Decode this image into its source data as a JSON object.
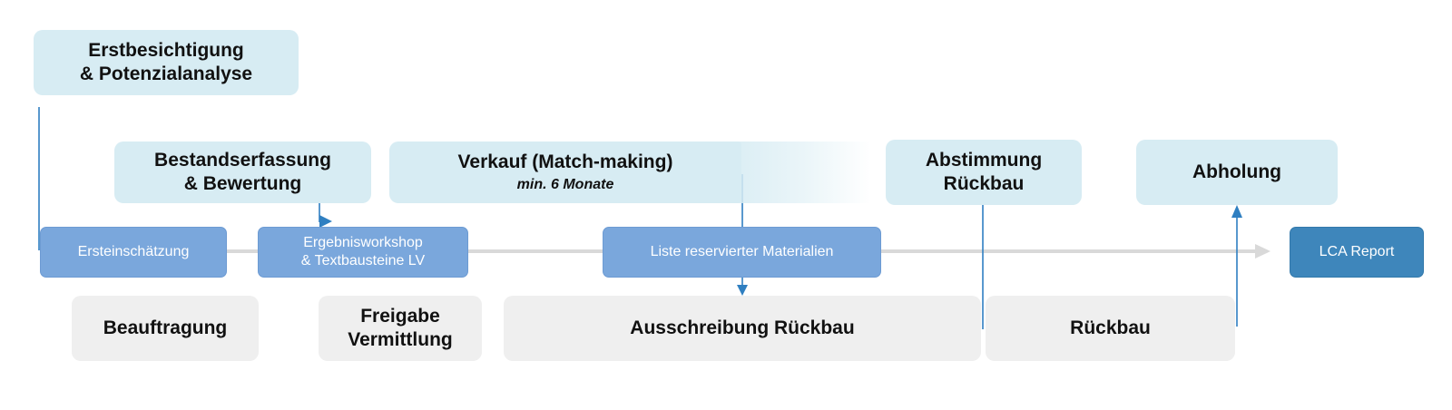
{
  "phases": {
    "erstbesichtigung": [
      "Erstbesichtigung",
      "& Potenzialanalyse"
    ],
    "bestandserfassung": [
      "Bestandserfassung",
      "& Bewertung"
    ],
    "verkauf_title": "Verkauf (Match-making)",
    "verkauf_sub": "min. 6 Monate",
    "abstimmung": [
      "Abstimmung",
      "Rückbau"
    ],
    "abholung": "Abholung"
  },
  "milestones": {
    "ersteinschaetzung": "Ersteinschätzung",
    "ergebnisworkshop": [
      "Ergebnisworkshop",
      "& Textbausteine LV"
    ],
    "liste": "Liste reservierter Materialien",
    "lca_report": "LCA Report"
  },
  "steps": {
    "beauftragung": "Beauftragung",
    "freigabe": [
      "Freigabe",
      "Vermittlung"
    ],
    "ausschreibung": "Ausschreibung Rückbau",
    "rueckbau": "Rückbau"
  },
  "colors": {
    "phase_bg": "#d7ecf3",
    "milestone_bg": "#7aa7dc",
    "milestone_dark_bg": "#3e86bb",
    "step_bg": "#efefef",
    "connector": "#2f7fc1",
    "timeline": "#d9d9d9"
  }
}
